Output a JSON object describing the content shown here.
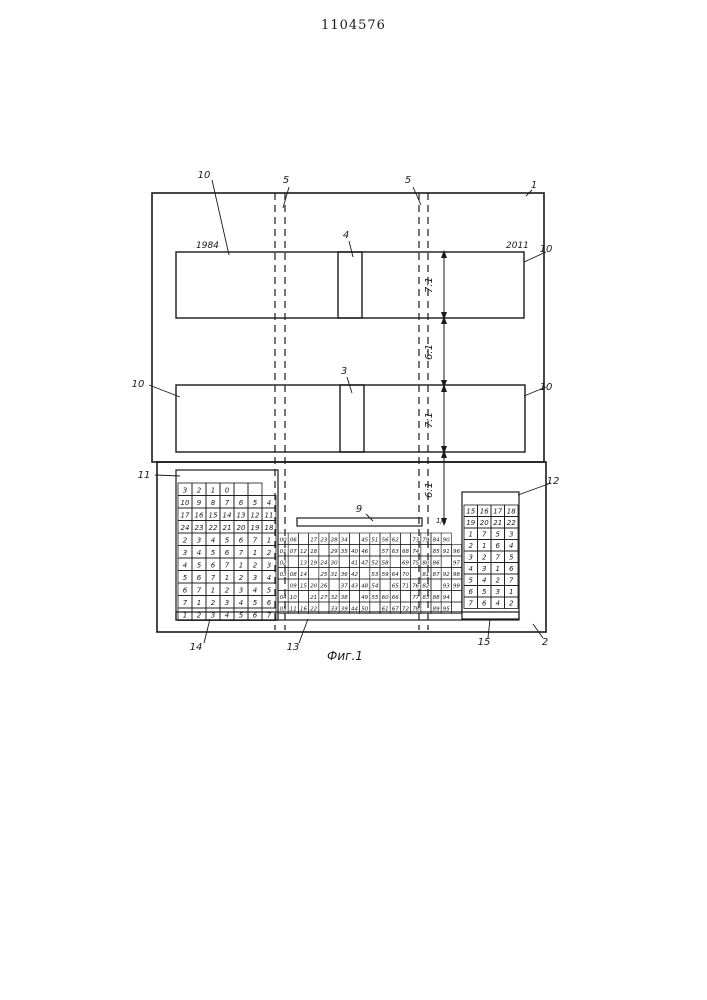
{
  "page_number": "1104576",
  "figure_caption": "Фиг.1",
  "year_left": "1984",
  "year_right": "2011",
  "ratios": {
    "r1": "7:1",
    "r2": "6:1",
    "r3": "7:1",
    "r4": "6:1"
  },
  "window_label": "1/1",
  "callouts": [
    {
      "label": "1"
    },
    {
      "label": "2"
    },
    {
      "label": "3"
    },
    {
      "label": "4"
    },
    {
      "label": "5"
    },
    {
      "label": "5"
    },
    {
      "label": "9"
    },
    {
      "label": "10"
    },
    {
      "label": "10"
    },
    {
      "label": "10"
    },
    {
      "label": "10"
    },
    {
      "label": "11"
    },
    {
      "label": "12"
    },
    {
      "label": "13"
    },
    {
      "label": "14"
    },
    {
      "label": "15"
    }
  ],
  "left_table": [
    [
      "3",
      "2",
      "1",
      "0",
      "",
      ""
    ],
    [
      "10",
      "9",
      "8",
      "7",
      "6",
      "5",
      "4"
    ],
    [
      "17",
      "16",
      "15",
      "14",
      "13",
      "12",
      "11"
    ],
    [
      "24",
      "23",
      "22",
      "21",
      "20",
      "19",
      "18"
    ],
    [
      "2",
      "3",
      "4",
      "5",
      "6",
      "7",
      "1"
    ],
    [
      "3",
      "4",
      "5",
      "6",
      "7",
      "1",
      "2"
    ],
    [
      "4",
      "5",
      "6",
      "7",
      "1",
      "2",
      "3"
    ],
    [
      "5",
      "6",
      "7",
      "1",
      "2",
      "3",
      "4"
    ],
    [
      "6",
      "7",
      "1",
      "2",
      "3",
      "4",
      "5"
    ],
    [
      "7",
      "1",
      "2",
      "3",
      "4",
      "5",
      "6"
    ],
    [
      "1",
      "2",
      "3",
      "4",
      "5",
      "6",
      "7"
    ]
  ],
  "right_table": [
    [
      "15",
      "16",
      "17",
      "18"
    ],
    [
      "19",
      "20",
      "21",
      "22"
    ],
    [
      "1",
      "7",
      "5",
      "3"
    ],
    [
      "2",
      "1",
      "6",
      "4"
    ],
    [
      "3",
      "2",
      "7",
      "5"
    ],
    [
      "4",
      "3",
      "1",
      "6"
    ],
    [
      "5",
      "4",
      "2",
      "7"
    ],
    [
      "6",
      "5",
      "3",
      "1"
    ],
    [
      "7",
      "6",
      "4",
      "2"
    ]
  ],
  "middle_table": [
    [
      "00",
      "06",
      "",
      "17",
      "23",
      "28",
      "34",
      "",
      "45",
      "51",
      "56",
      "62",
      "",
      "73",
      "79",
      "84",
      "90"
    ],
    [
      "01",
      "07",
      "12",
      "18",
      "",
      "29",
      "35",
      "40",
      "46",
      "",
      "57",
      "63",
      "68",
      "74",
      "",
      "85",
      "91",
      "96"
    ],
    [
      "02",
      "",
      "13",
      "19",
      "24",
      "30",
      "",
      "41",
      "47",
      "52",
      "58",
      "",
      "69",
      "75",
      "80",
      "86",
      "",
      "97"
    ],
    [
      "03",
      "08",
      "14",
      "",
      "25",
      "31",
      "36",
      "42",
      "",
      "53",
      "59",
      "64",
      "70",
      "",
      "81",
      "87",
      "92",
      "98"
    ],
    [
      "",
      "09",
      "15",
      "20",
      "26",
      "",
      "37",
      "43",
      "48",
      "54",
      "",
      "65",
      "71",
      "76",
      "82",
      "",
      "93",
      "99"
    ],
    [
      "04",
      "10",
      "",
      "21",
      "27",
      "32",
      "38",
      "",
      "49",
      "55",
      "60",
      "66",
      "",
      "77",
      "83",
      "88",
      "94",
      ""
    ],
    [
      "05",
      "11",
      "16",
      "22",
      "",
      "33",
      "39",
      "44",
      "50",
      "",
      "61",
      "67",
      "72",
      "78",
      "",
      "89",
      "95",
      ""
    ]
  ]
}
